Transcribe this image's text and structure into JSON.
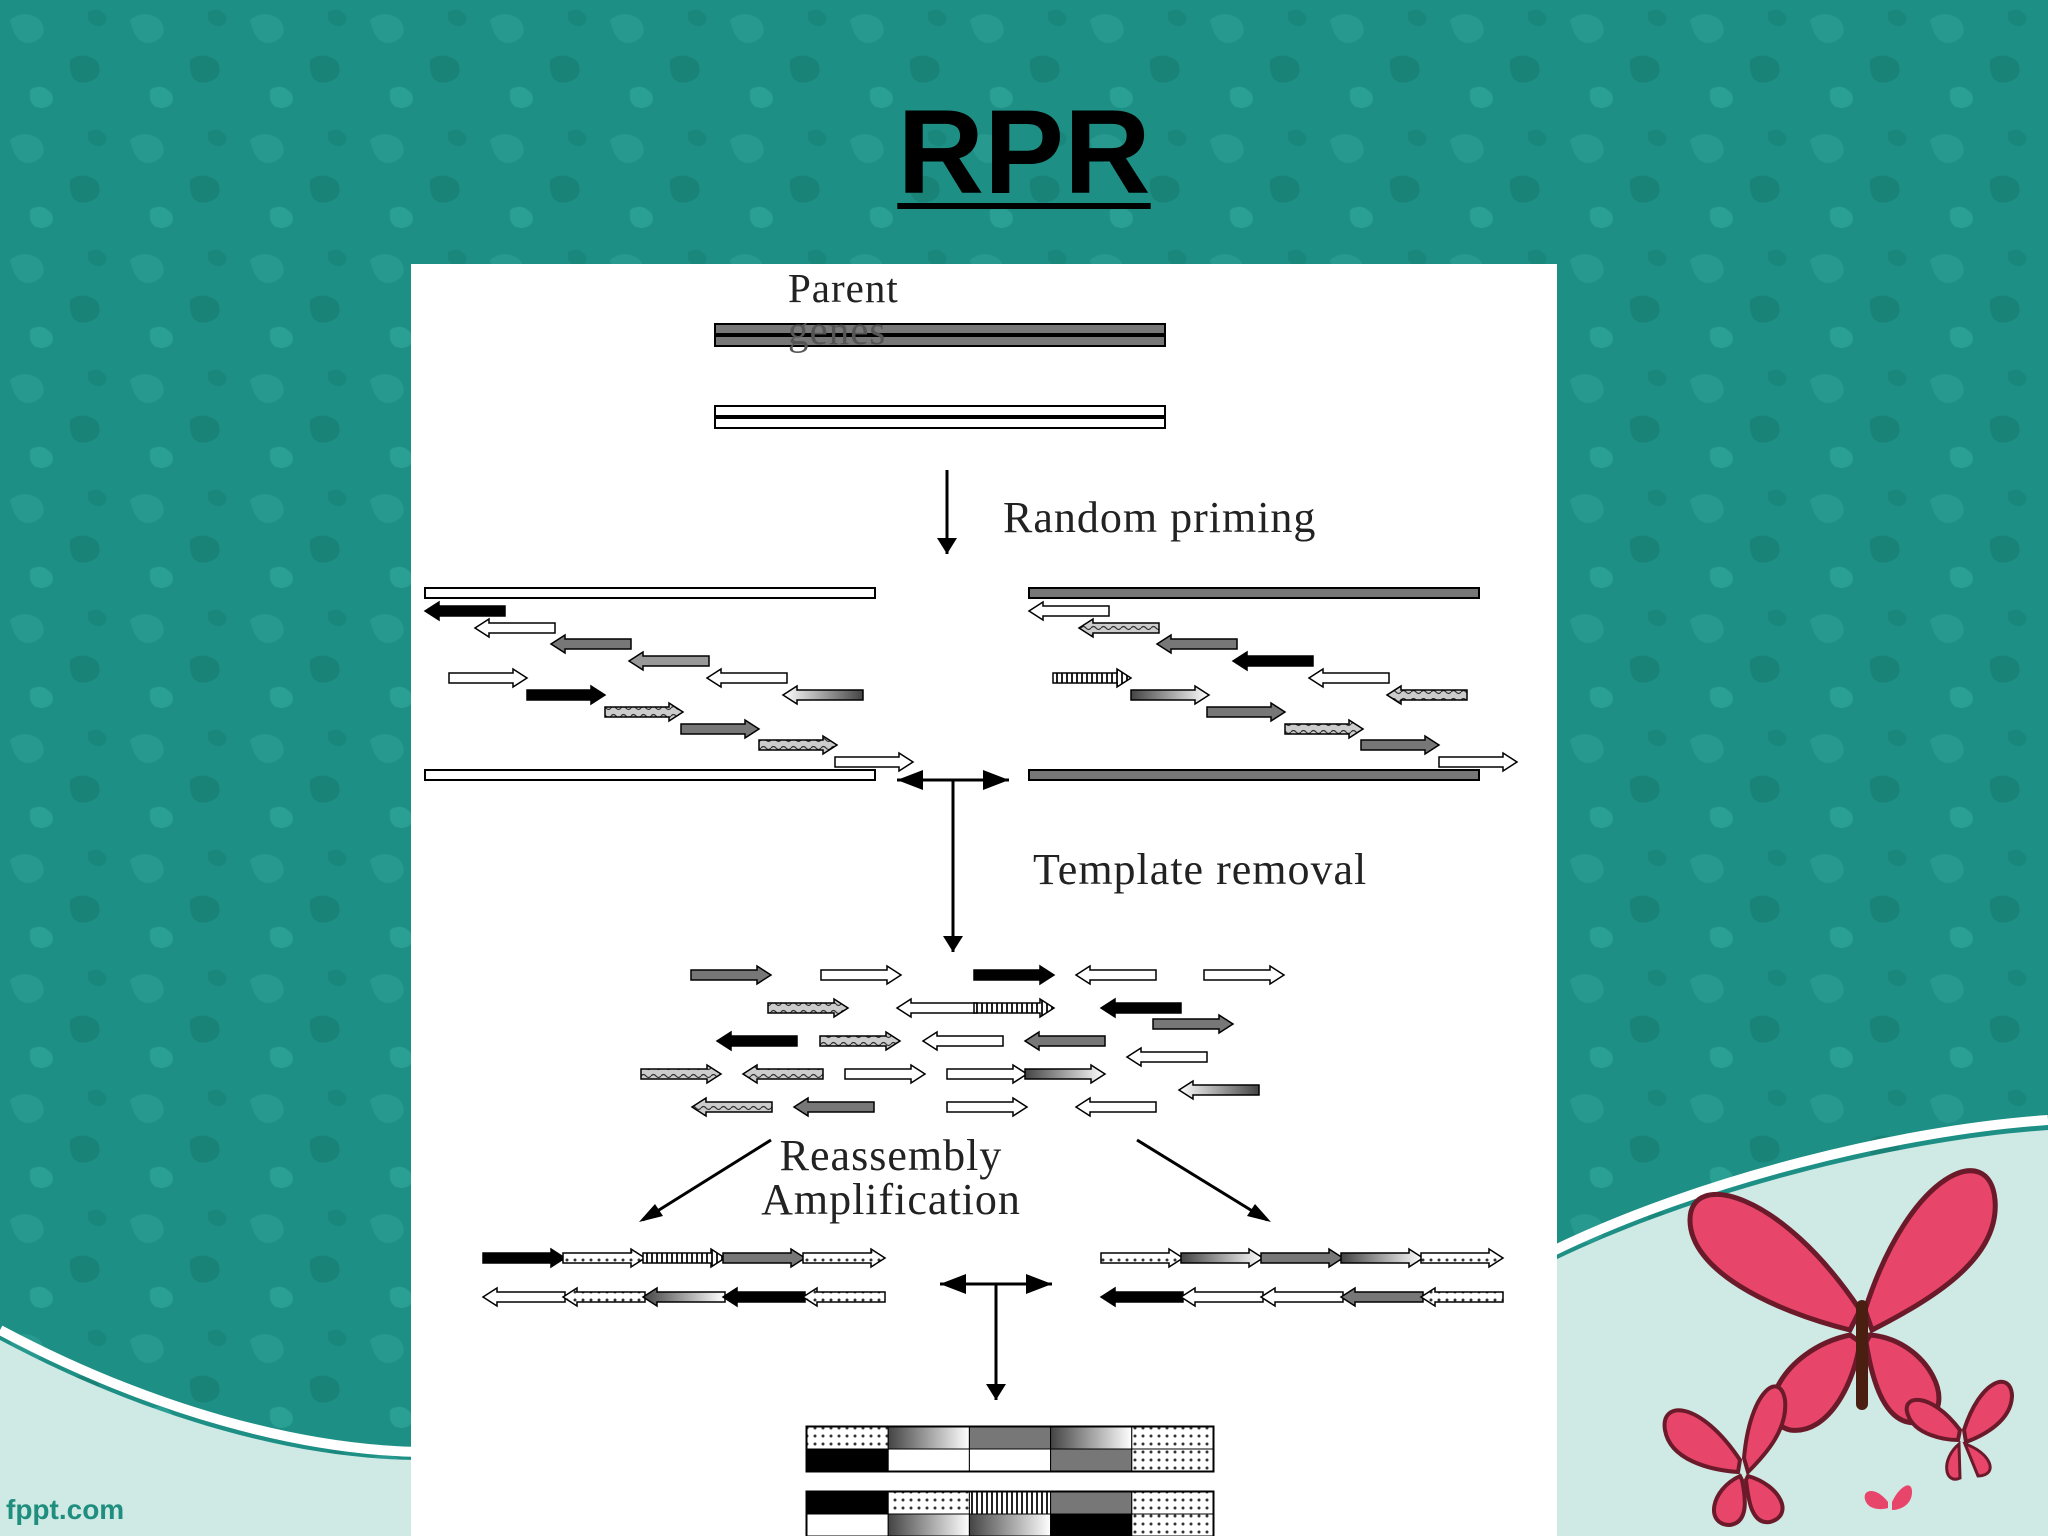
{
  "slide": {
    "title": "RPR",
    "footer": "fppt.com"
  },
  "diagram": {
    "labels": {
      "parent_line1": "Parent",
      "parent_line2": "genes",
      "random_priming": "Random priming",
      "template_removal": "Template removal",
      "reassembly": "Reassembly",
      "amplification": "Amplification"
    }
  },
  "colors": {
    "background": "#1e8f85",
    "background_light": "#cde8e4",
    "butterfly": "#e8456b",
    "title": "#000000",
    "panel": "#ffffff"
  }
}
